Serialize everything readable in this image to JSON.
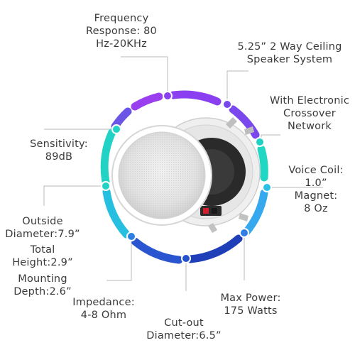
{
  "colors": {
    "arc_purple": "#8a3ff0",
    "arc_violet": "#6b4ee6",
    "arc_teal": "#22d3c5",
    "arc_cyan": "#2fb6ee",
    "arc_blue": "#2563d6",
    "arc_deep_blue": "#1e3fb8",
    "connector_line": "#b8b8b8",
    "text": "#3b3b3b"
  },
  "product": {
    "speaker_grille": "speaker-grille-icon",
    "speaker_frame": "in-ceiling-speaker-frame-icon"
  },
  "specs": {
    "frequency": {
      "lines": [
        "Frequency",
        "Response: 80",
        "Hz-20KHz"
      ]
    },
    "size": {
      "lines": [
        "5.25” 2 Way Ceiling",
        "Speaker System"
      ]
    },
    "crossover": {
      "lines": [
        "With Electronic",
        "Crossover",
        "Network"
      ]
    },
    "sensitivity": {
      "lines": [
        "Sensitivity:",
        "89dB"
      ]
    },
    "voice_coil": {
      "lines": [
        "Voice Coil:",
        "1.0”",
        "Magnet:",
        "8 Oz"
      ]
    },
    "outside_diameter": {
      "lines": [
        "Outside",
        "Diameter:7.9”"
      ]
    },
    "total_height": {
      "lines": [
        "Total",
        "Height:2.9”"
      ]
    },
    "mounting_depth": {
      "lines": [
        "Mounting",
        "Depth:2.6”"
      ]
    },
    "impedance": {
      "lines": [
        "Impedance:",
        "4-8 Ohm"
      ]
    },
    "cutout": {
      "lines": [
        "Cut-out",
        "Diameter:6.5”"
      ]
    },
    "max_power": {
      "lines": [
        "Max Power:",
        "175 Watts"
      ]
    }
  }
}
